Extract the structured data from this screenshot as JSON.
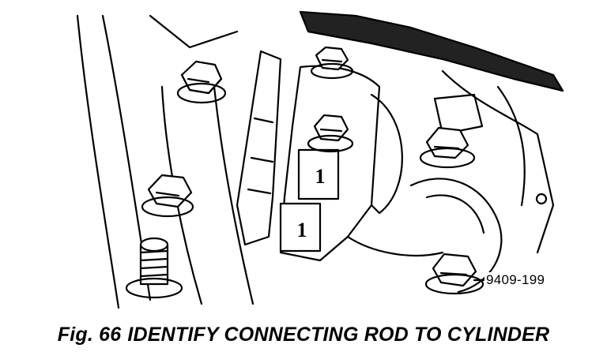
{
  "figure": {
    "part_id": "9409-199",
    "cap_labels": [
      "1",
      "1"
    ],
    "caption_number": "Fig. 66",
    "caption_text": "IDENTIFY CONNECTING ROD TO CYLINDER"
  }
}
